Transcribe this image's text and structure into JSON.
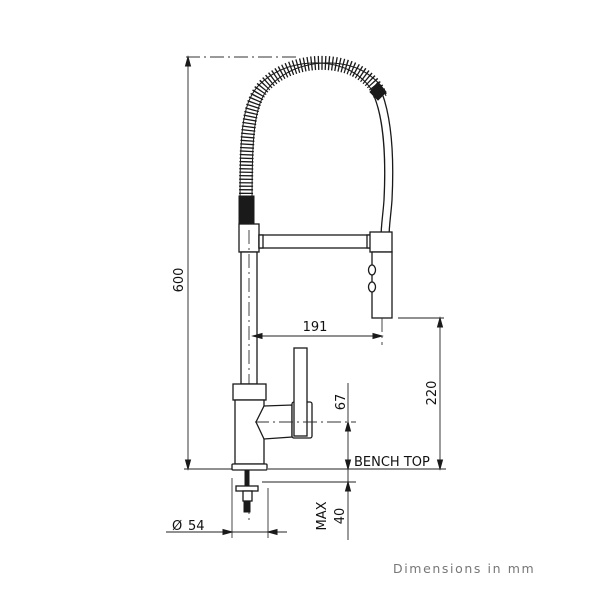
{
  "drawing": {
    "subject": "Pull-out kitchen mixer tap with spring spout",
    "units_note": "Dimensions in mm",
    "dimensions": {
      "overall_height": "600",
      "spout_reach": "191",
      "spout_outlet_height": "220",
      "handle_axis_height": "67",
      "bench_top_label": "BENCH TOP",
      "max_bench_thickness": "MAX 40",
      "max_label": "MAX",
      "max_value": "40",
      "base_diameter": "54",
      "diameter_symbol": "Ø"
    }
  }
}
